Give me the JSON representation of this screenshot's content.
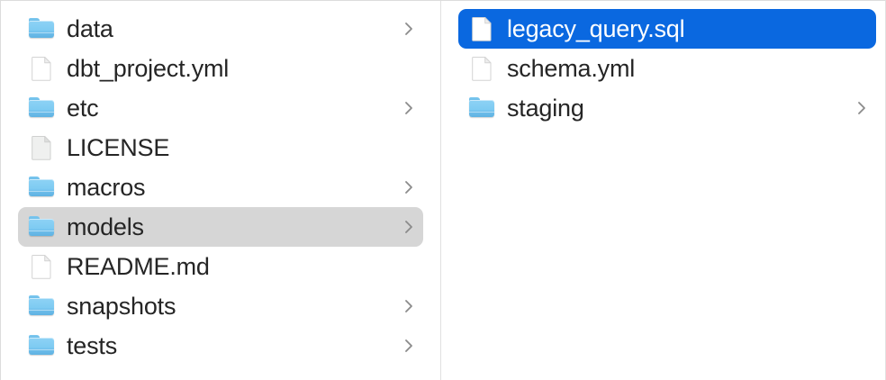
{
  "window": {
    "view": "column-view",
    "background_color": "#ffffff",
    "divider_color": "#e0e0e0"
  },
  "colors": {
    "selection_active": "#0a68e0",
    "selection_active_text": "#ffffff",
    "selection_inactive": "#d6d6d6",
    "label_text": "#252525",
    "chevron": "#8b8b8b",
    "folder_blue": "#7ecbf2"
  },
  "columns": [
    {
      "name": "parent-column",
      "items": [
        {
          "label": "data",
          "kind": "folder",
          "icon": "folder-icon",
          "chevron": true,
          "selected": false,
          "selection_state": "none"
        },
        {
          "label": "dbt_project.yml",
          "kind": "file",
          "icon": "document-icon",
          "chevron": false,
          "selected": false,
          "selection_state": "none"
        },
        {
          "label": "etc",
          "kind": "folder",
          "icon": "folder-icon",
          "chevron": true,
          "selected": false,
          "selection_state": "none"
        },
        {
          "label": "LICENSE",
          "kind": "file",
          "icon": "document-plain-icon",
          "chevron": false,
          "selected": false,
          "selection_state": "none"
        },
        {
          "label": "macros",
          "kind": "folder",
          "icon": "folder-icon",
          "chevron": true,
          "selected": false,
          "selection_state": "none"
        },
        {
          "label": "models",
          "kind": "folder",
          "icon": "folder-icon",
          "chevron": true,
          "selected": true,
          "selection_state": "inactive"
        },
        {
          "label": "README.md",
          "kind": "file",
          "icon": "document-icon",
          "chevron": false,
          "selected": false,
          "selection_state": "none"
        },
        {
          "label": "snapshots",
          "kind": "folder",
          "icon": "folder-icon",
          "chevron": true,
          "selected": false,
          "selection_state": "none"
        },
        {
          "label": "tests",
          "kind": "folder",
          "icon": "folder-icon",
          "chevron": true,
          "selected": false,
          "selection_state": "none"
        }
      ]
    },
    {
      "name": "child-column",
      "items": [
        {
          "label": "legacy_query.sql",
          "kind": "file",
          "icon": "document-icon",
          "chevron": false,
          "selected": true,
          "selection_state": "active"
        },
        {
          "label": "schema.yml",
          "kind": "file",
          "icon": "document-icon",
          "chevron": false,
          "selected": false,
          "selection_state": "none"
        },
        {
          "label": "staging",
          "kind": "folder",
          "icon": "folder-icon",
          "chevron": true,
          "selected": false,
          "selection_state": "none"
        }
      ]
    }
  ]
}
